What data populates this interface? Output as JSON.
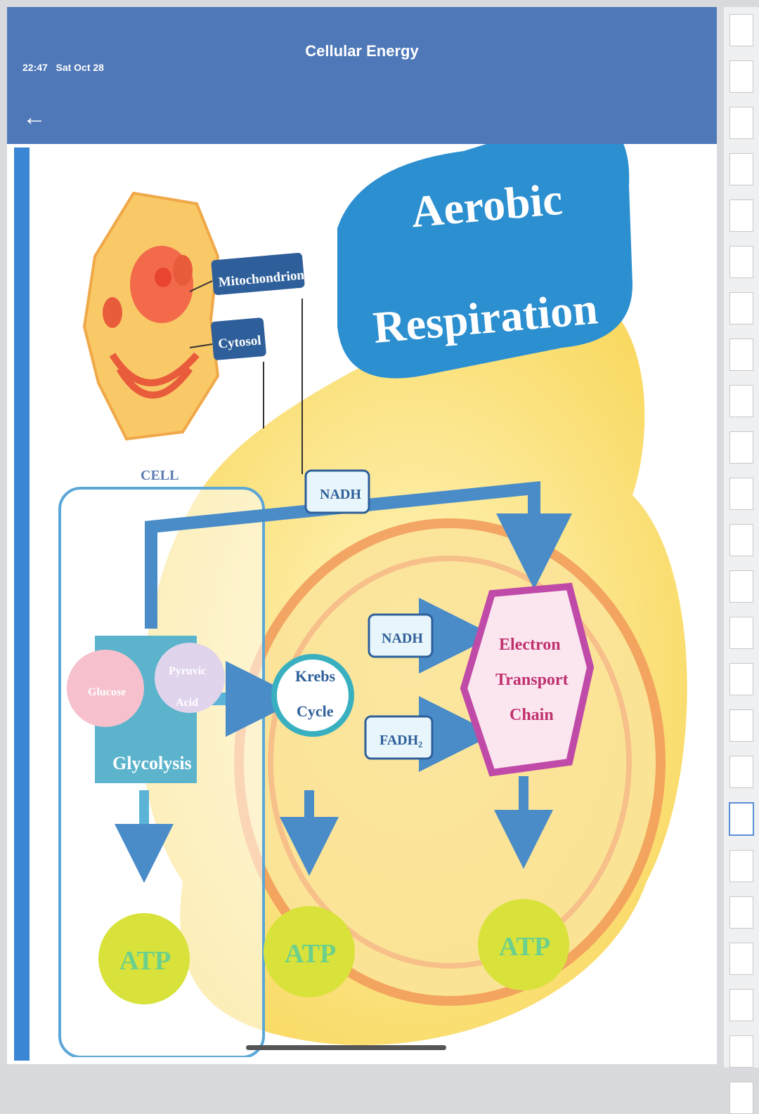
{
  "status_bar": {
    "time": "22:47",
    "date": "Sat Oct 28"
  },
  "header": {
    "title": "Cellular Energy",
    "back_icon": "arrow-left-icon"
  },
  "diagram": {
    "title_line1": "Aerobic",
    "title_line2": "Respiration",
    "cell_label": "CELL",
    "mitochondrion_label": "Mitochondrion",
    "cytosol_label": "Cytosol",
    "nadh_top": "NADH",
    "glucose": "Glucose",
    "pyruvic_line1": "Pyruvic",
    "pyruvic_line2": "Acid",
    "glycolysis": "Glycolysis",
    "krebs_line1": "Krebs",
    "krebs_line2": "Cycle",
    "nadh_mid": "NADH",
    "fadh2": "FADH₂",
    "etc_line1": "Electron",
    "etc_line2": "Transport",
    "etc_line3": "Chain",
    "atp": [
      "ATP",
      "ATP",
      "ATP"
    ],
    "colors": {
      "title_pill": "#2c8fd0",
      "arrow": "#4a8cc8",
      "etc": "#c04aa8",
      "atp": "#d8e23a",
      "mito": "#f29a5a"
    }
  },
  "thumbnails": {
    "count": 24,
    "active_index": 17
  }
}
